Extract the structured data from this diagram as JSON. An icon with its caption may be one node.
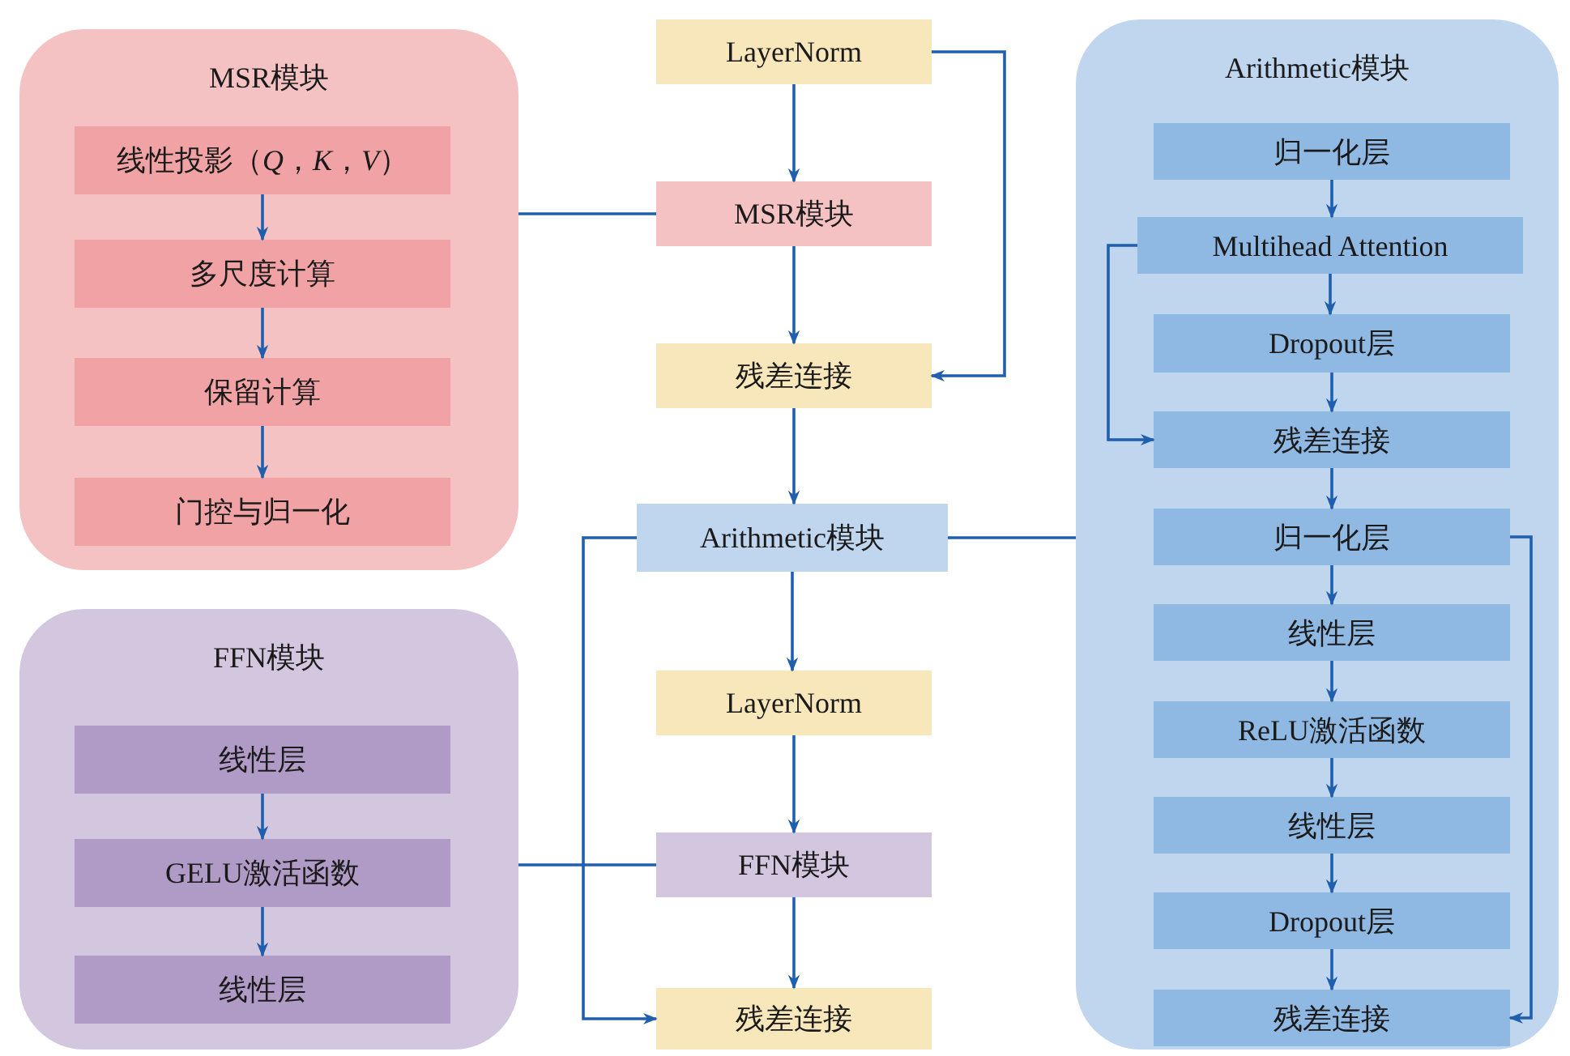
{
  "diagram": {
    "nodes": [
      {
        "text": [
          "MSR模块"
        ]
      },
      {
        "text": [
          "线性投影（*Q*，*K*，*V*）"
        ],
        "in": 0
      },
      {
        "text": [
          "多尺度计算"
        ],
        "in": 0
      },
      {
        "text": [
          "保留计算"
        ],
        "in": 0
      },
      {
        "text": [
          "门控与归一化"
        ],
        "in": 0
      },
      {
        "text": [
          "FFN模块"
        ]
      },
      {
        "text": [
          "线性层"
        ],
        "in": 5
      },
      {
        "text": [
          "GELU激活函数"
        ],
        "in": 5
      },
      {
        "text": [
          "线性层"
        ],
        "in": 5
      },
      {
        "text": [
          "LayerNorm"
        ]
      },
      {
        "text": [
          "MSR模块"
        ]
      },
      {
        "text": [
          "残差连接"
        ]
      },
      {
        "text": [
          "Arithmetic模块"
        ]
      },
      {
        "text": [
          "LayerNorm"
        ]
      },
      {
        "text": [
          "FFN模块"
        ]
      },
      {
        "text": [
          "残差连接"
        ]
      },
      {
        "text": [
          "Arithmetic模块"
        ]
      },
      {
        "text": [
          "归一化层"
        ],
        "in": 16
      },
      {
        "text": [
          "Multihead Attention"
        ],
        "in": 16
      },
      {
        "text": [
          "Dropout层"
        ],
        "in": 16
      },
      {
        "text": [
          "残差连接"
        ],
        "in": 16
      },
      {
        "text": [
          "归一化层"
        ],
        "in": 16
      },
      {
        "text": [
          "线性层"
        ],
        "in": 16
      },
      {
        "text": [
          "ReLU激活函数"
        ],
        "in": 16
      },
      {
        "text": [
          "线性层"
        ],
        "in": 16
      },
      {
        "text": [
          "Dropout层"
        ],
        "in": 16
      },
      {
        "text": [
          "残差连接"
        ],
        "in": 16
      }
    ],
    "edges": [
      {
        "from": 1,
        "to": 2,
        "arrow": "to"
      },
      {
        "from": 2,
        "to": 3,
        "arrow": "to"
      },
      {
        "from": 3,
        "to": 4,
        "arrow": "to"
      },
      {
        "from": 6,
        "to": 7,
        "arrow": "to"
      },
      {
        "from": 7,
        "to": 8,
        "arrow": "to"
      },
      {
        "from": 9,
        "to": 10,
        "arrow": "to"
      },
      {
        "from": 10,
        "to": 11,
        "arrow": "to"
      },
      {
        "from": 9,
        "to": 11,
        "arrow": "to"
      },
      {
        "from": 11,
        "to": 12,
        "arrow": "to"
      },
      {
        "from": 12,
        "to": 13,
        "arrow": "to"
      },
      {
        "from": 13,
        "to": 14,
        "arrow": "to"
      },
      {
        "from": 14,
        "to": 15,
        "arrow": "to"
      },
      {
        "from": 12,
        "to": 15,
        "arrow": "to"
      },
      {
        "from": 10,
        "to": 0,
        "arrow": "none"
      },
      {
        "from": 14,
        "to": 5,
        "arrow": "none"
      },
      {
        "from": 12,
        "to": 16,
        "arrow": "none"
      },
      {
        "from": 17,
        "to": 18,
        "arrow": "to"
      },
      {
        "from": 18,
        "to": 19,
        "arrow": "to"
      },
      {
        "from": 19,
        "to": 20,
        "arrow": "to"
      },
      {
        "from": 18,
        "to": 20,
        "arrow": "to"
      },
      {
        "from": 20,
        "to": 21,
        "arrow": "to"
      },
      {
        "from": 21,
        "to": 22,
        "arrow": "to"
      },
      {
        "from": 22,
        "to": 23,
        "arrow": "to"
      },
      {
        "from": 23,
        "to": 24,
        "arrow": "to"
      },
      {
        "from": 24,
        "to": 25,
        "arrow": "to"
      },
      {
        "from": 25,
        "to": 26,
        "arrow": "to"
      },
      {
        "from": 21,
        "to": 26,
        "arrow": "to"
      }
    ]
  }
}
